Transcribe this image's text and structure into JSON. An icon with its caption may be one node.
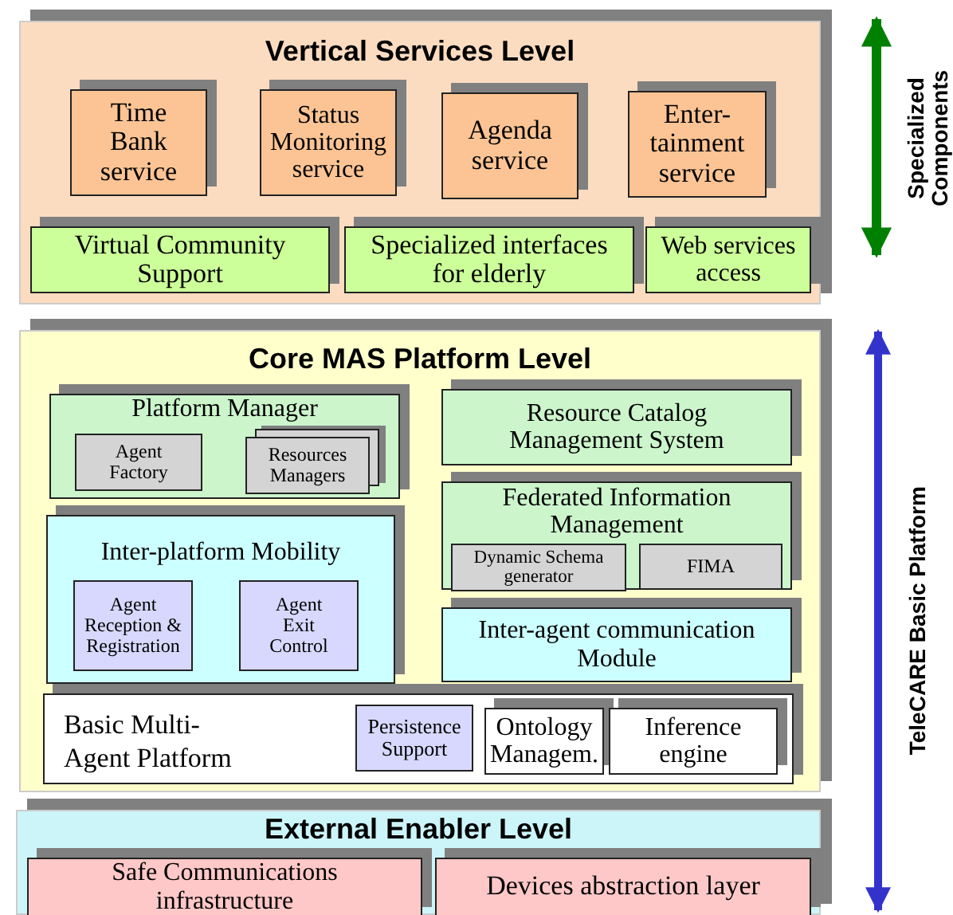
{
  "diagram": {
    "nodes": [
      {
        "text": [
          "Vertical Services Level"
        ]
      },
      {
        "text": [
          "Time Bank service"
        ],
        "in": 0
      },
      {
        "text": [
          "Status Monitoring service"
        ],
        "in": 0
      },
      {
        "text": [
          "Agenda service"
        ],
        "in": 0
      },
      {
        "text": [
          "Enter- tainment service"
        ],
        "in": 0
      },
      {
        "text": [
          "Virtual Community Support"
        ],
        "in": 0
      },
      {
        "text": [
          "Specialized interfaces for elderly"
        ],
        "in": 0
      },
      {
        "text": [
          "Web services access"
        ],
        "in": 0
      },
      {
        "text": [
          "Core MAS Platform Level"
        ]
      },
      {
        "text": [
          "Platform Manager"
        ],
        "in": 8
      },
      {
        "text": [
          "Agent Factory"
        ],
        "in": 9
      },
      {
        "text": [
          "Resources Managers"
        ],
        "in": 9
      },
      {
        "text": [
          "Inter-platform Mobility"
        ],
        "in": 8
      },
      {
        "text": [
          "Agent Reception & Registration"
        ],
        "in": 12
      },
      {
        "text": [
          "Agent Exit Control"
        ],
        "in": 12
      },
      {
        "text": [
          "Resource Catalog Management System"
        ],
        "in": 8
      },
      {
        "text": [
          "Federated Information Management"
        ],
        "in": 8
      },
      {
        "text": [
          "Dynamic Schema generator"
        ],
        "in": 16
      },
      {
        "text": [
          "FIMA"
        ],
        "in": 16
      },
      {
        "text": [
          "Inter-agent communication Module"
        ],
        "in": 8
      },
      {
        "text": [
          "Basic Multi- Agent Platform"
        ],
        "in": 8
      },
      {
        "text": [
          "Persistence Support"
        ],
        "in": 20
      },
      {
        "text": [
          "Ontology Managem."
        ],
        "in": 20
      },
      {
        "text": [
          "Inference engine"
        ],
        "in": 20
      },
      {
        "text": [
          "External Enabler Level"
        ]
      },
      {
        "text": [
          "Safe Communications infrastructure"
        ],
        "in": 24
      },
      {
        "text": [
          "Devices abstraction layer"
        ],
        "in": 24
      }
    ],
    "labels": [
      "Specialized Components",
      "TeleCARE Basic Platform"
    ]
  }
}
